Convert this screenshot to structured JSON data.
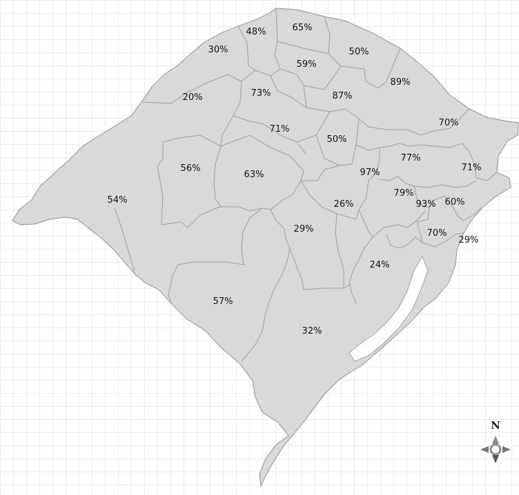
{
  "map": {
    "fill_color": "#d9d9d9",
    "border_color": "#9e9e9e",
    "regions": [
      {
        "id": "r1",
        "label": "48%"
      },
      {
        "id": "r2",
        "label": "65%"
      },
      {
        "id": "r3",
        "label": "30%"
      },
      {
        "id": "r4",
        "label": "50%"
      },
      {
        "id": "r5",
        "label": "59%"
      },
      {
        "id": "r6",
        "label": "89%"
      },
      {
        "id": "r7",
        "label": "73%"
      },
      {
        "id": "r8",
        "label": "87%"
      },
      {
        "id": "r9",
        "label": "20%"
      },
      {
        "id": "r10",
        "label": "70%"
      },
      {
        "id": "r11",
        "label": "71%"
      },
      {
        "id": "r12",
        "label": "50%"
      },
      {
        "id": "r13",
        "label": "77%"
      },
      {
        "id": "r14",
        "label": "71%"
      },
      {
        "id": "r15",
        "label": "56%"
      },
      {
        "id": "r16",
        "label": "97%"
      },
      {
        "id": "r17",
        "label": "63%"
      },
      {
        "id": "r18",
        "label": "79%"
      },
      {
        "id": "r19",
        "label": "54%"
      },
      {
        "id": "r20",
        "label": "26%"
      },
      {
        "id": "r21",
        "label": "93%"
      },
      {
        "id": "r22",
        "label": "60%"
      },
      {
        "id": "r23",
        "label": "29%"
      },
      {
        "id": "r24",
        "label": "70%"
      },
      {
        "id": "r25",
        "label": "29%"
      },
      {
        "id": "r26",
        "label": "24%"
      },
      {
        "id": "r27",
        "label": "57%"
      },
      {
        "id": "r28",
        "label": "32%"
      }
    ]
  },
  "compass": {
    "north_label": "N",
    "icon": "compass-rose-icon",
    "color": "#7a7a7a"
  },
  "grid": {
    "line_color": "#ececec"
  }
}
